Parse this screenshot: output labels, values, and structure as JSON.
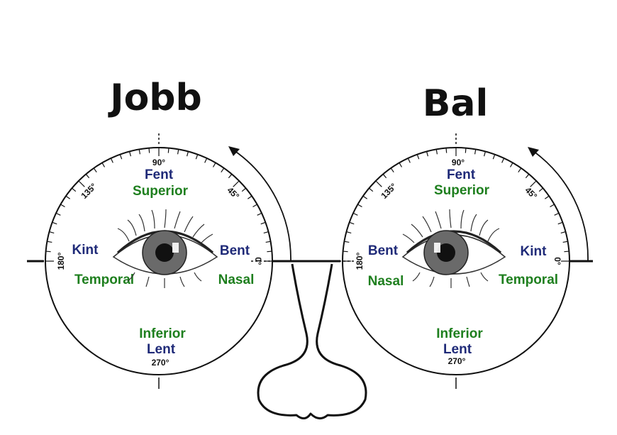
{
  "eyes": [
    {
      "title": "Jobb",
      "deg_90": "90°",
      "deg_135": "135°",
      "deg_45": "45°",
      "deg_180": "180°",
      "deg_0": "0°",
      "deg_270": "270°",
      "top_local": "Fent",
      "top_latin": "Superior",
      "left_local": "Kint",
      "left_latin": "Temporal",
      "right_local": "Bent",
      "right_latin": "Nasal",
      "bottom_latin": "Inferior",
      "bottom_local": "Lent"
    },
    {
      "title": "Bal",
      "deg_90": "90°",
      "deg_135": "135°",
      "deg_45": "45°",
      "deg_180": "180°",
      "deg_0": "0°",
      "deg_270": "270°",
      "top_local": "Fent",
      "top_latin": "Superior",
      "left_local": "Bent",
      "left_latin": "Nasal",
      "right_local": "Kint",
      "right_latin": "Temporal",
      "bottom_latin": "Inferior",
      "bottom_local": "Lent"
    }
  ],
  "colors": {
    "outline": "#111111",
    "local_label": "#1f2a78",
    "latin_label": "#1e7f1e",
    "iris": "#6a6a6a",
    "pupil": "#111111"
  }
}
